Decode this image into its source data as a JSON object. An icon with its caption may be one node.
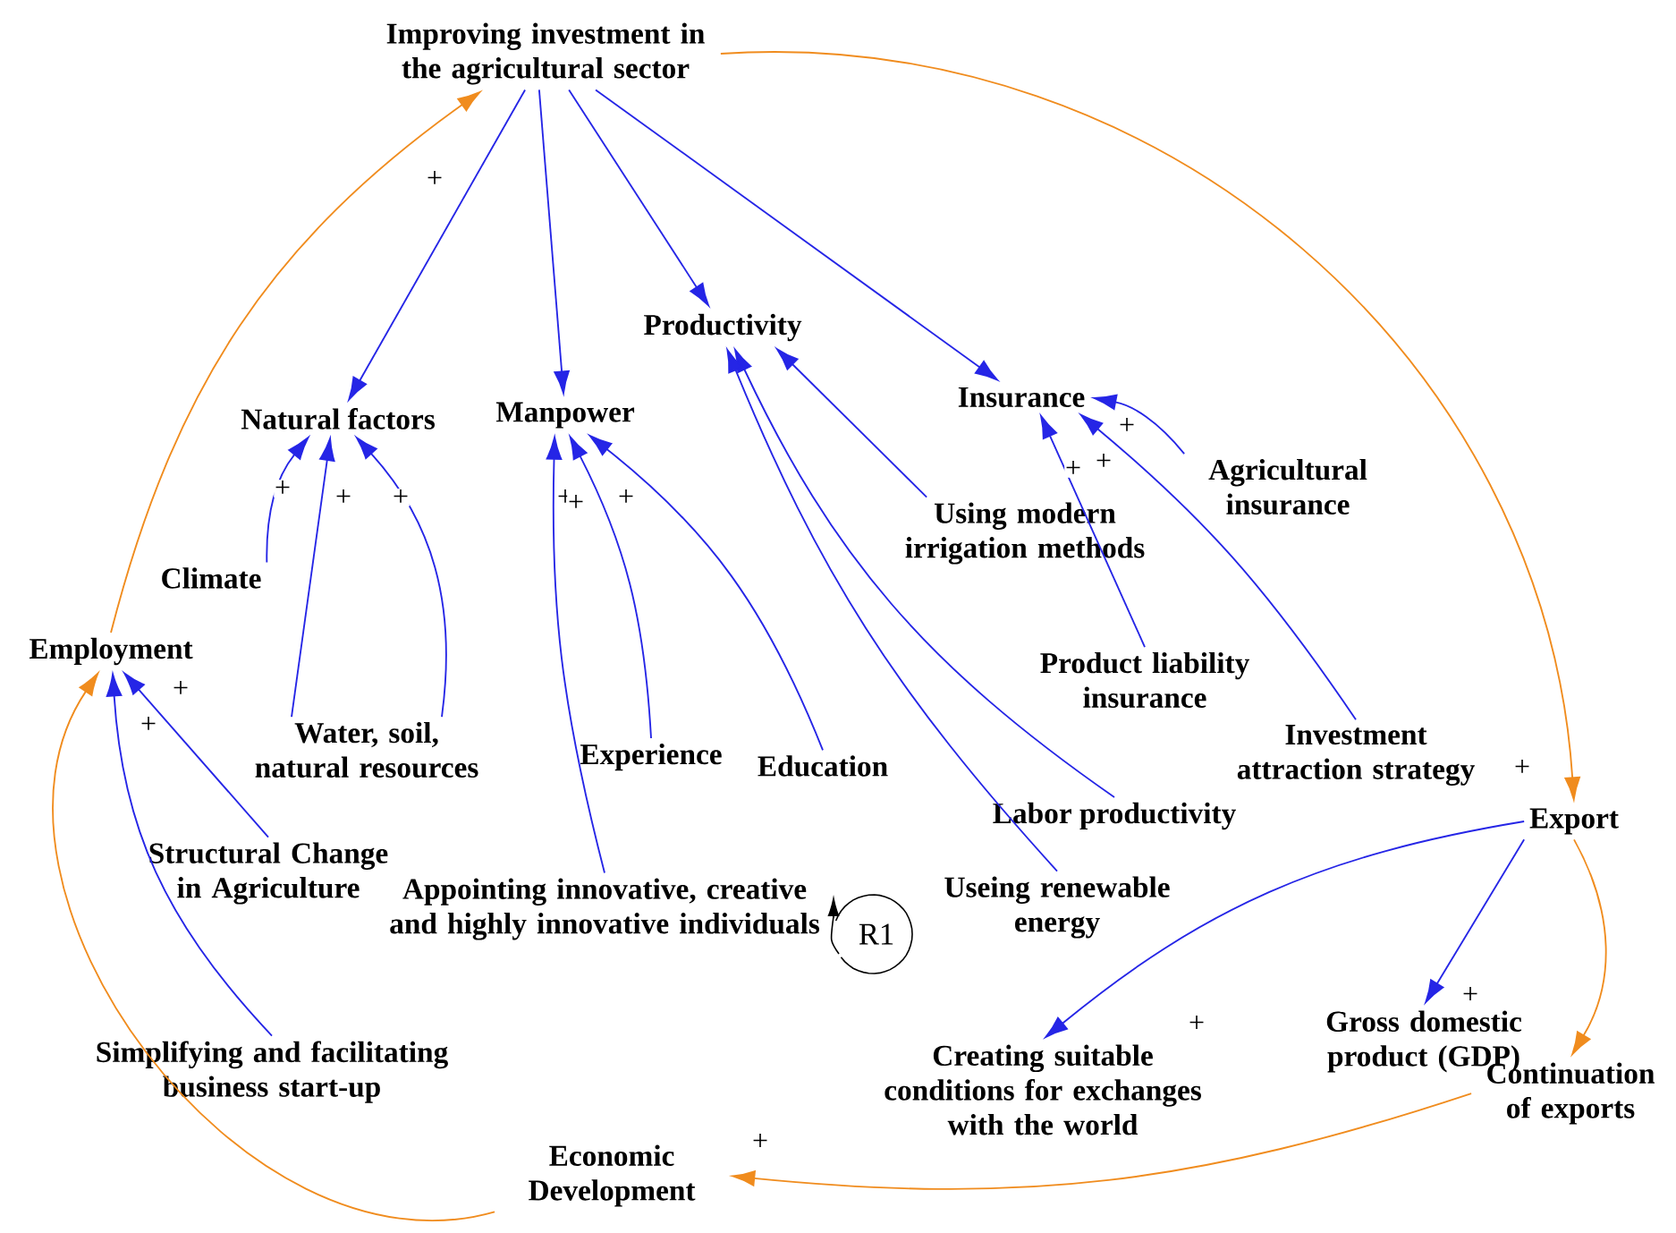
{
  "diagram": {
    "nodes": [
      {
        "text": [
          "Improving investment in the agricultural sector"
        ]
      },
      {
        "text": [
          "Productivity"
        ]
      },
      {
        "text": [
          "Natural factors"
        ]
      },
      {
        "text": [
          "Manpower"
        ]
      },
      {
        "text": [
          "Insurance"
        ]
      },
      {
        "text": [
          "Agricultural insurance"
        ]
      },
      {
        "text": [
          "Climate"
        ]
      },
      {
        "text": [
          "Using modern irrigation methods"
        ]
      },
      {
        "text": [
          "Employment"
        ]
      },
      {
        "text": [
          "Product liability insurance"
        ]
      },
      {
        "text": [
          "Water, soil, natural resources"
        ]
      },
      {
        "text": [
          "Experience"
        ]
      },
      {
        "text": [
          "Education"
        ]
      },
      {
        "text": [
          "Investment attraction strategy"
        ]
      },
      {
        "text": [
          "Labor productivity"
        ]
      },
      {
        "text": [
          "Export"
        ]
      },
      {
        "text": [
          "Structural Change in Agriculture"
        ]
      },
      {
        "text": [
          "Appointing innovative, creative and highly innovative individuals"
        ]
      },
      {
        "text": [
          "Useing renewable energy"
        ]
      },
      {
        "text": [
          "Creating suitable conditions for exchanges with the world"
        ]
      },
      {
        "text": [
          "Gross domestic product (GDP)"
        ]
      },
      {
        "text": [
          "Continuation of exports"
        ]
      },
      {
        "text": [
          "Simplifying and facilitating business start-up"
        ]
      },
      {
        "text": [
          "Economic Development"
        ]
      }
    ],
    "edges": [
      {
        "from": 0,
        "to": 2,
        "arrow": "to"
      },
      {
        "from": 0,
        "to": 3,
        "arrow": "to"
      },
      {
        "from": 0,
        "to": 1,
        "arrow": "to"
      },
      {
        "from": 0,
        "to": 4,
        "arrow": "to"
      },
      {
        "from": 6,
        "to": 2,
        "arrow": "to",
        "label": "+"
      },
      {
        "from": 10,
        "to": 2,
        "arrow": "to",
        "label": "+"
      },
      {
        "from": 10,
        "to": 2,
        "arrow": "to",
        "label": "+"
      },
      {
        "from": 17,
        "to": 3,
        "arrow": "to",
        "label": "+"
      },
      {
        "from": 11,
        "to": 3,
        "arrow": "to",
        "label": "+"
      },
      {
        "from": 12,
        "to": 3,
        "arrow": "to",
        "label": "+"
      },
      {
        "from": 7,
        "to": 1,
        "arrow": "to"
      },
      {
        "from": 14,
        "to": 1,
        "arrow": "to"
      },
      {
        "from": 18,
        "to": 1,
        "arrow": "to"
      },
      {
        "from": 5,
        "to": 4,
        "arrow": "to",
        "label": "+"
      },
      {
        "from": 9,
        "to": 4,
        "arrow": "to",
        "label": "+"
      },
      {
        "from": 13,
        "to": 4,
        "arrow": "to",
        "label": "+"
      },
      {
        "from": 16,
        "to": 8,
        "arrow": "to",
        "label": "+"
      },
      {
        "from": 22,
        "to": 8,
        "arrow": "to",
        "label": "+"
      },
      {
        "from": 8,
        "to": 0,
        "arrow": "to",
        "label": "+",
        "color": "#f08c1e"
      },
      {
        "from": 0,
        "to": 15,
        "arrow": "to",
        "label": "+",
        "color": "#f08c1e"
      },
      {
        "from": 15,
        "to": 21,
        "arrow": "to",
        "color": "#f08c1e"
      },
      {
        "from": 21,
        "to": 23,
        "arrow": "to",
        "label": "+",
        "color": "#f08c1e"
      },
      {
        "from": 23,
        "to": 8,
        "arrow": "to",
        "color": "#f08c1e"
      },
      {
        "from": 15,
        "to": 19,
        "arrow": "to",
        "label": "+"
      },
      {
        "from": 15,
        "to": 20,
        "arrow": "to",
        "label": "+"
      }
    ],
    "labels": [
      "R1"
    ]
  }
}
